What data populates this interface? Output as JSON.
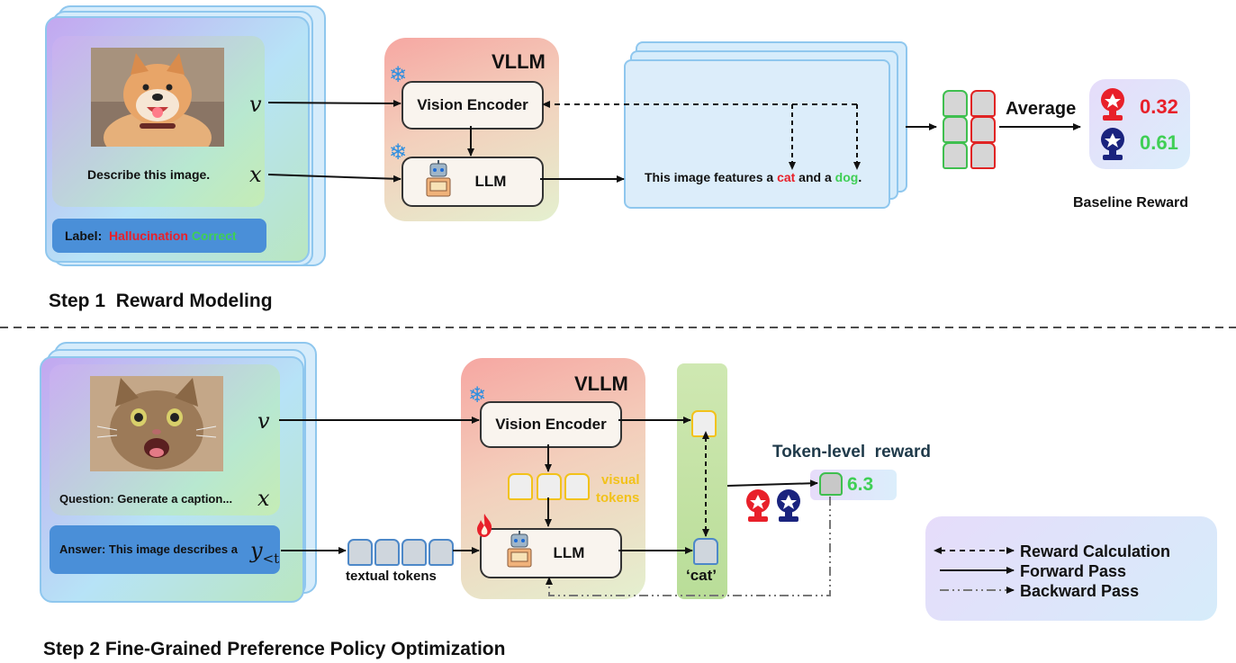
{
  "step1": {
    "heading": "Step 1  Reward Modeling",
    "image_prompt": "Describe this image.",
    "label_prefix": "Label:",
    "label_hallucination": "Hallucination",
    "label_correct": "Correct",
    "v_symbol": "v",
    "x_symbol": "x",
    "vllm_title": "VLLM",
    "vision_encoder": "Vision Encoder",
    "llm": "LLM",
    "output_text_prefix": "This image features a ",
    "output_word_cat": "cat",
    "output_text_mid": " and a ",
    "output_word_dog": "dog",
    "output_text_end": ".",
    "average_label": "Average",
    "score_red": "0.32",
    "score_green": "0.61",
    "baseline_label": "Baseline Reward"
  },
  "step2": {
    "heading": "Step 2 Fine-Grained Preference Policy Optimization",
    "question": "Question: Generate a caption...",
    "answer": "Answer: This image describes a",
    "v_symbol": "v",
    "x_symbol": "x",
    "y_symbol": "y",
    "y_subscript": "<t",
    "vllm_title": "VLLM",
    "vision_encoder": "Vision Encoder",
    "llm": "LLM",
    "visual_tokens_1": "visual",
    "visual_tokens_2": "tokens",
    "textual_tokens": "textual tokens",
    "cat_quote": "‘cat’",
    "token_reward_title": "Token-level  reward",
    "token_reward_value": "6.3"
  },
  "legend": {
    "reward_calc": "Reward Calculation",
    "forward": "Forward Pass",
    "backward": "Backward Pass"
  },
  "colors": {
    "red": "#e8202a",
    "green": "#3fcf55",
    "yellow": "#f2c21a",
    "navy": "#1a237e",
    "box_blue": "#4a8fd8"
  },
  "icons": [
    "snowflake-icon",
    "fire-icon",
    "robot-icon",
    "reward-model-icon",
    "dog-photo",
    "cat-photo"
  ]
}
